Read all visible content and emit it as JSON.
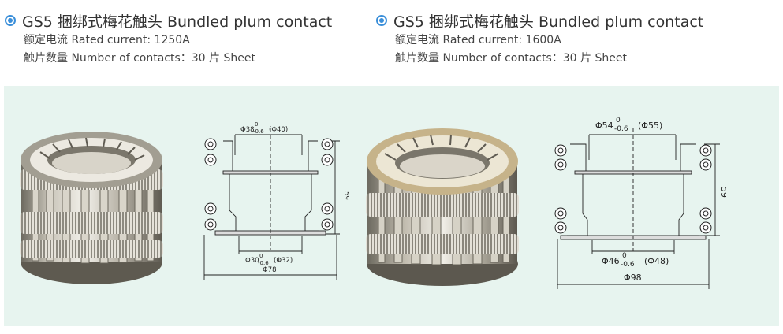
{
  "left": {
    "title": "GS5 捆绑式梅花触头 Bundled plum contact",
    "rated": "额定电流 Rated current: 1250A",
    "contacts": "触片数量 Number of contacts：30 片 Sheet",
    "drawing": {
      "top_dim": "Φ38",
      "top_tol_upper": "0",
      "top_tol_lower": "-0.6",
      "top_alt": "(Φ40)",
      "bottom_dim": "Φ30",
      "bottom_tol_upper": "0",
      "bottom_tol_lower": "-0.6",
      "bottom_alt": "(Φ32)",
      "overall_dim": "Φ78",
      "height": "59"
    }
  },
  "right": {
    "title": "GS5 捆绑式梅花触头 Bundled plum contact",
    "rated": "额定电流 Rated current: 1600A",
    "contacts": "触片数量 Number of contacts：30 片 Sheet",
    "drawing": {
      "top_dim": "Φ54",
      "top_tol_upper": "0",
      "top_tol_lower": "-0.6",
      "top_alt": "(Φ55)",
      "bottom_dim": "Φ46",
      "bottom_tol_upper": "0",
      "bottom_tol_lower": "-0.6",
      "bottom_alt": "(Φ48)",
      "overall_dim": "Φ98",
      "height": "59"
    }
  },
  "icons": {
    "bullet": "circle-bullet-icon",
    "photo": "plum-contact-photo"
  },
  "colors": {
    "bullet": "#3b8fd9",
    "panel": "#e7f4ef"
  }
}
